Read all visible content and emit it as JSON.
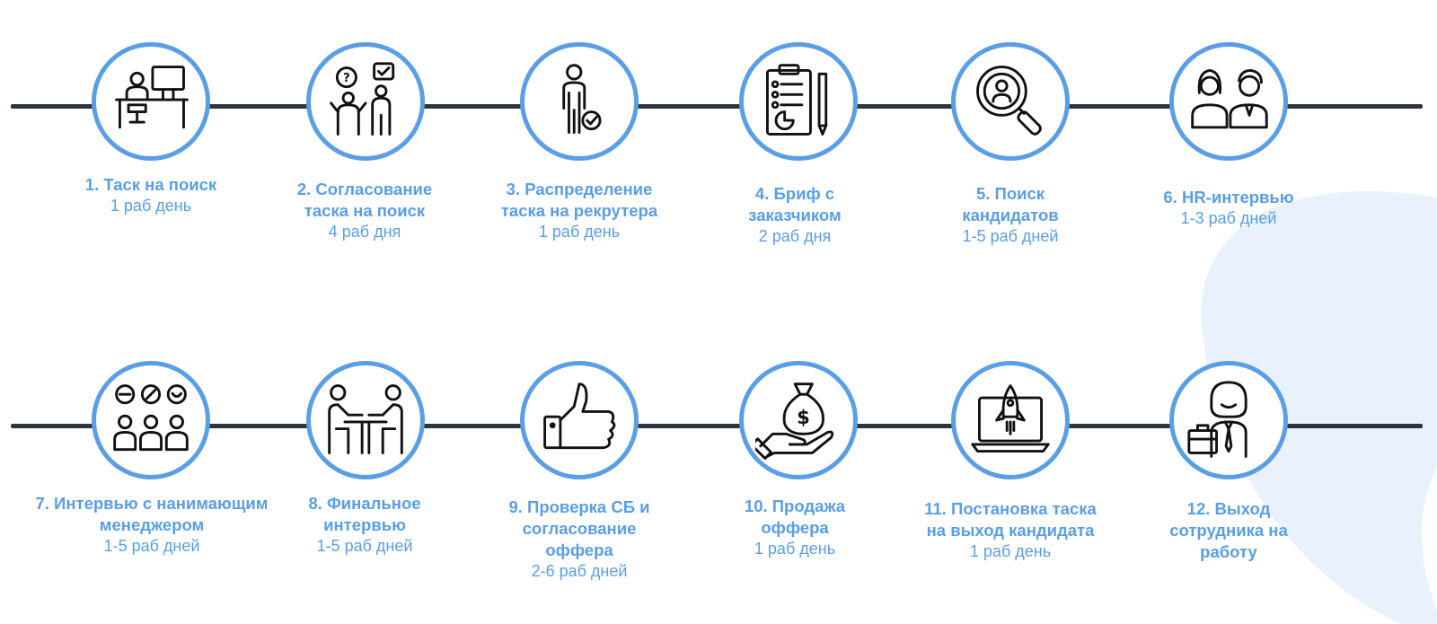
{
  "colors": {
    "accent": "#5a9ee6",
    "line": "#2d3540",
    "background_shape": "#e8f1fc"
  },
  "steps": [
    {
      "title": "1. Таск на поиск",
      "duration": "1 раб день",
      "icon": "recruiter-at-desk-icon"
    },
    {
      "title": "2. Согласование\nтаска на поиск",
      "duration": "4 раб дня",
      "icon": "discussion-icon"
    },
    {
      "title": "3. Распределение\nтаска на рекрутера",
      "duration": "1 раб день",
      "icon": "person-check-icon"
    },
    {
      "title": "4. Бриф с\nзаказчиком",
      "duration": "2 раб дня",
      "icon": "clipboard-brief-icon"
    },
    {
      "title": "5. Поиск\nкандидатов",
      "duration": "1-5 раб дней",
      "icon": "candidate-search-icon"
    },
    {
      "title": "6. HR-интервью",
      "duration": "1-3 раб дней",
      "icon": "hr-interview-icon"
    },
    {
      "title": "7. Интервью с нанимающим\nменеджером",
      "duration": "1-5 раб дней",
      "icon": "group-interview-icon"
    },
    {
      "title": "8. Финальное\nинтервью",
      "duration": "1-5 раб дней",
      "icon": "meeting-table-icon"
    },
    {
      "title": "9. Проверка СБ и\nсогласование\nоффера",
      "duration": "2-6 раб дней",
      "icon": "thumbs-up-icon"
    },
    {
      "title": "10. Продажа\nоффера",
      "duration": "1 раб день",
      "icon": "money-bag-hand-icon"
    },
    {
      "title": "11. Постановка таска\nна выход кандидата",
      "duration": "1 раб день",
      "icon": "laptop-rocket-icon"
    },
    {
      "title": "12. Выход\nсотрудника на\nработу",
      "duration": "",
      "icon": "employee-briefcase-icon"
    }
  ]
}
